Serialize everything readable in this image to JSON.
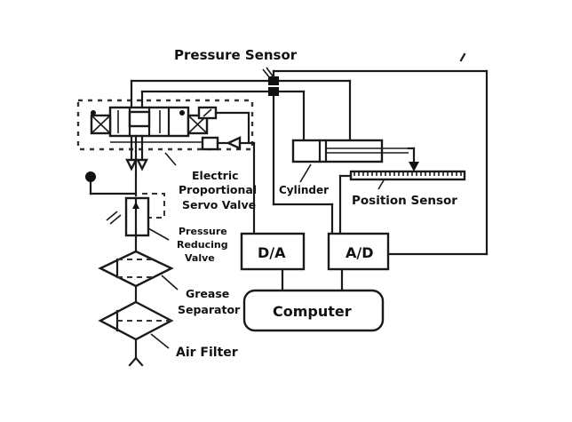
{
  "diagram": {
    "title": "Electro-pneumatic servo position control system",
    "labels": {
      "pressure_sensor": "Pressure Sensor",
      "electric_line1": "Electric",
      "electric_line2": "Proportional",
      "electric_line3": "Servo Valve",
      "cylinder": "Cylinder",
      "position_sensor": "Position Sensor",
      "prv_line1": "Pressure",
      "prv_line2": "Reducing",
      "prv_line3": "Valve",
      "grease_line1": "Grease",
      "grease_line2": "Separator",
      "air_filter": "Air Filter",
      "da": "D/A",
      "ad": "A/D",
      "computer": "Computer"
    },
    "components": [
      "Electric Proportional Servo Valve",
      "Pressure Sensor",
      "Cylinder",
      "Position Sensor",
      "Pressure Reducing Valve",
      "Grease Separator",
      "Air Filter",
      "D/A",
      "A/D",
      "Computer"
    ]
  }
}
